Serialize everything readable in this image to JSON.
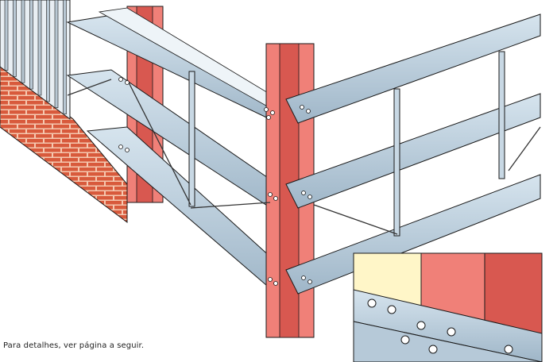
{
  "caption": "Para detalhes, ver página a seguir.",
  "colors": {
    "steel_light": "#d6e4ee",
    "steel_mid": "#9fb6c8",
    "steel_dark": "#5f7a8e",
    "column_red": "#f08078",
    "column_red_dark": "#d85850",
    "brick": "#d85a3c",
    "brick_mortar": "#f5c8b0",
    "inset_bg": "#fff6c8",
    "outline": "#1a1a1a"
  },
  "icons": [
    "steel-column",
    "cold-formed-girt",
    "brick-wall",
    "cladding-panel",
    "tension-rod",
    "bolt-detail-inset"
  ]
}
